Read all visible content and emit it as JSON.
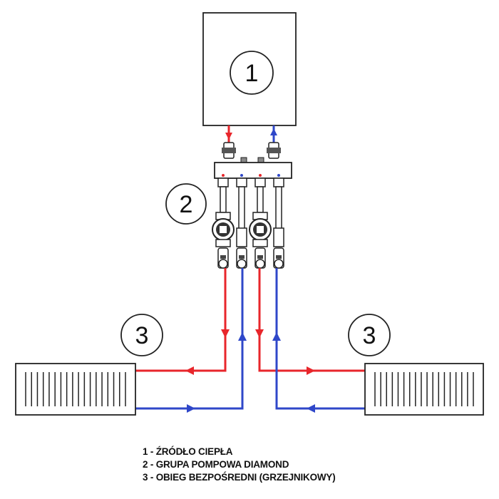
{
  "labels": {
    "source": "1",
    "pump_group": "2",
    "circuit_left": "3",
    "circuit_right": "3"
  },
  "legend": {
    "items": [
      "1 - ŹRÓDŁO CIEPŁA",
      "2 - GRUPA POMPOWA DIAMOND",
      "3 - OBIEG BEZPOŚREDNI (GRZEJNIKOWY)"
    ]
  },
  "colors": {
    "supply": "#e8262b",
    "return": "#2f47c9",
    "outline": "#1a1a1a"
  }
}
